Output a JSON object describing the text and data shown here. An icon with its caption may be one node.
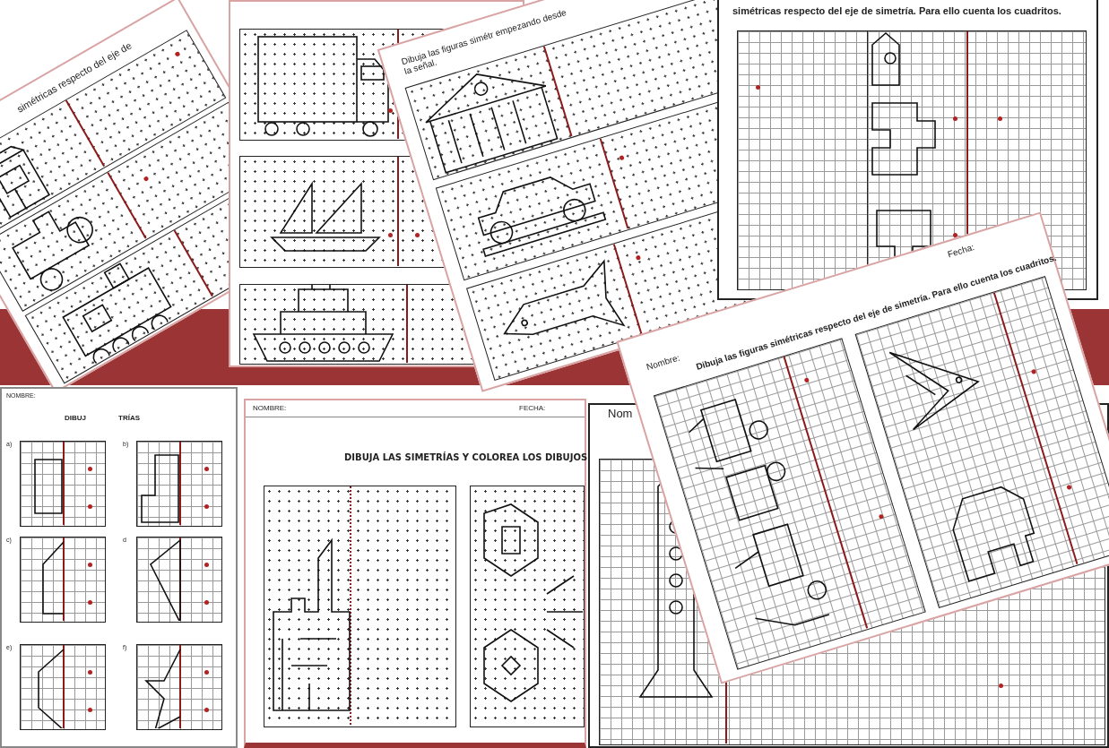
{
  "diagram": {
    "labels": [
      "simétricas respecto del eje de",
      "Dibuja las figuras simétr empezando desde la señal.",
      "simétricas respecto del eje de simetría. Para ello cuenta los cuadritos.",
      "NOMBRE:",
      "DIBUJ",
      "TRÍAS",
      "a)",
      "b)",
      "c)",
      "d",
      "e)",
      "f)",
      "NOMBRE:",
      "FECHA:",
      "DIBUJA LAS SIMETRÍAS Y COLOREA LOS DIBUJOS",
      "Nom",
      "Nombre:",
      "Fecha:",
      "Dibuja las figuras simétricas respecto del eje de simetría. Para ello cuenta los cuadritos."
    ]
  }
}
